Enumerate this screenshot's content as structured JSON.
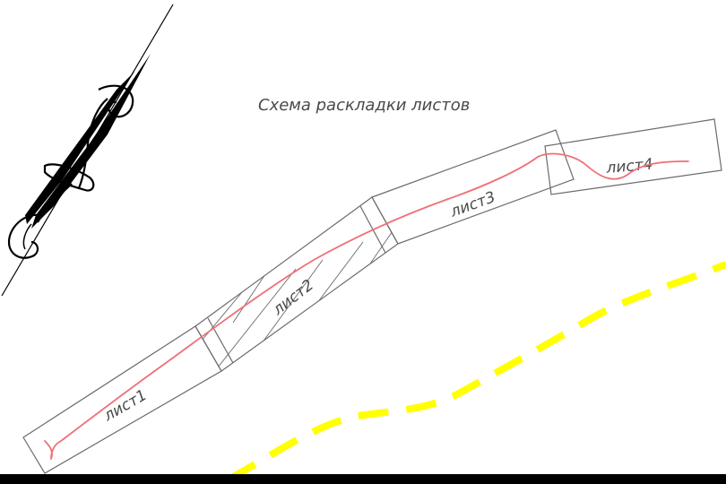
{
  "title": "Схема раскладки листов",
  "sheets": [
    {
      "label": "лист1"
    },
    {
      "label": "лист2"
    },
    {
      "label": "лист3"
    },
    {
      "label": "лист4"
    }
  ],
  "colors": {
    "route": "#ef6f78",
    "dashed_line": "#ffff00",
    "sheet_outline": "#6b6b6b",
    "background": "#ffffff"
  }
}
